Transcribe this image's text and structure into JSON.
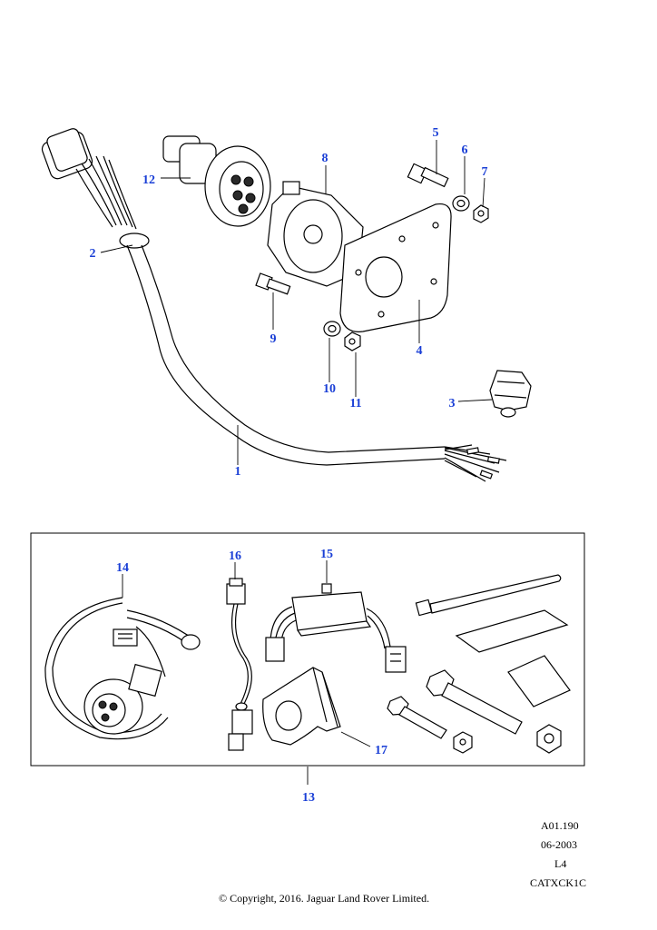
{
  "callouts": {
    "c1": "1",
    "c2": "2",
    "c3": "3",
    "c4": "4",
    "c5": "5",
    "c6": "6",
    "c7": "7",
    "c8": "8",
    "c9": "9",
    "c10": "10",
    "c11": "11",
    "c12": "12",
    "c13": "13",
    "c14": "14",
    "c15": "15",
    "c16": "16",
    "c17": "17"
  },
  "drawing_ref": {
    "code": "A01.190",
    "date": "06-2003",
    "level": "L4",
    "catalog": "CATXCK1C"
  },
  "copyright": "© Copyright, 2016. Jaguar Land Rover Limited.",
  "colors": {
    "callout": "#1a3fd6",
    "line": "#000000"
  }
}
